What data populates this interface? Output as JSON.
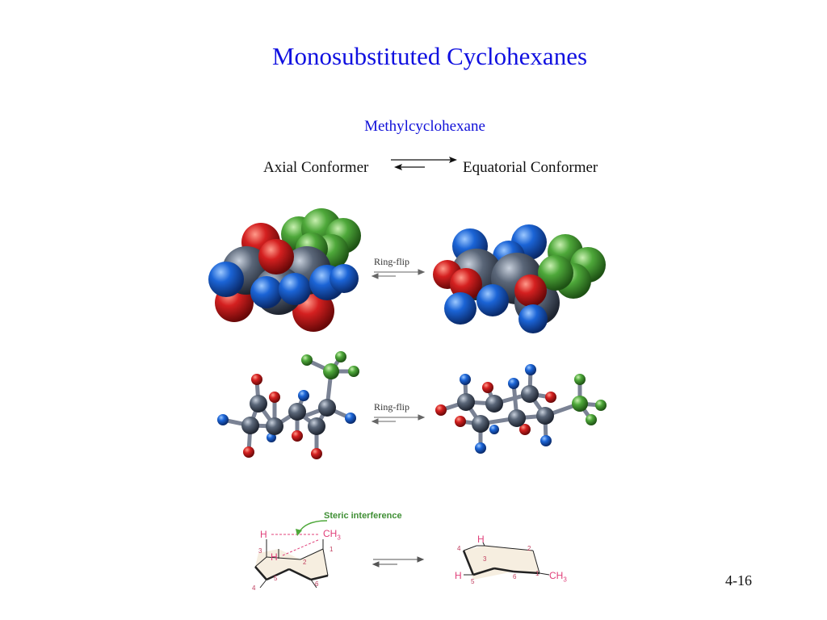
{
  "slide": {
    "title": "Monosubstituted Cyclohexanes",
    "subtitle": "Methylcyclohexane",
    "axial_label": "Axial Conformer",
    "equatorial_label": "Equatorial Conformer",
    "page_number": "4-16"
  },
  "figure": {
    "ring_flip_label_1": "Ring-flip",
    "ring_flip_label_2": "Ring-flip",
    "steric_label": "Steric interference",
    "axial_chair": {
      "h_top": "H",
      "h_mid": "H",
      "ch3": "CH3",
      "numbers": [
        "3",
        "1",
        "2",
        "5",
        "6",
        "4"
      ]
    },
    "equatorial_chair": {
      "h_top": "H",
      "h_left": "H",
      "ch3": "CH3",
      "numbers": [
        "4",
        "3",
        "2",
        "5",
        "6",
        "1"
      ]
    },
    "colors": {
      "carbon": "#4a5568",
      "axial_h": "#d02020",
      "equatorial_h": "#1c5fd0",
      "methyl": "#4ea83a",
      "label_pink": "#e0407a"
    }
  }
}
